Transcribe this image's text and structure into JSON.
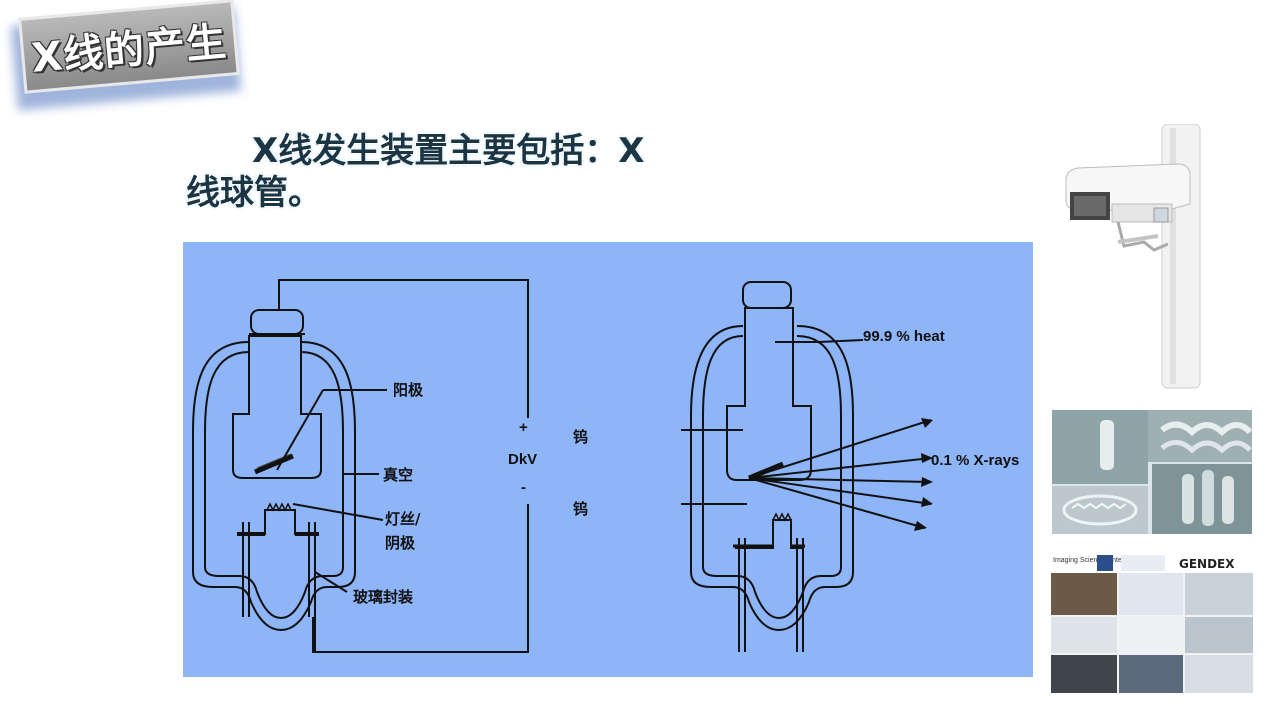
{
  "slide_title": "X线的产生",
  "headline": {
    "line1": "X线发生装置主要包括：X",
    "line2": "线球管。"
  },
  "diagram": {
    "left_labels": {
      "anode": "阳极",
      "vacuum": "真空",
      "filament_line1": "灯丝/",
      "filament_line2": "阴极",
      "glass": "玻璃封装"
    },
    "voltage": {
      "plus": "+",
      "dkv": "DkV",
      "minus": "-",
      "tungsten_top": "钨",
      "tungsten_bottom": "钨"
    },
    "right_labels": {
      "heat": "99.9 % heat",
      "xrays": "0.1 % X-rays"
    }
  },
  "brand_logos": {
    "imaging_sciences": "Imaging Sciences International",
    "gendex": "GENDEX"
  },
  "colors": {
    "diagram_bg": "#8db5f8",
    "headline_text": "#1b3545"
  }
}
